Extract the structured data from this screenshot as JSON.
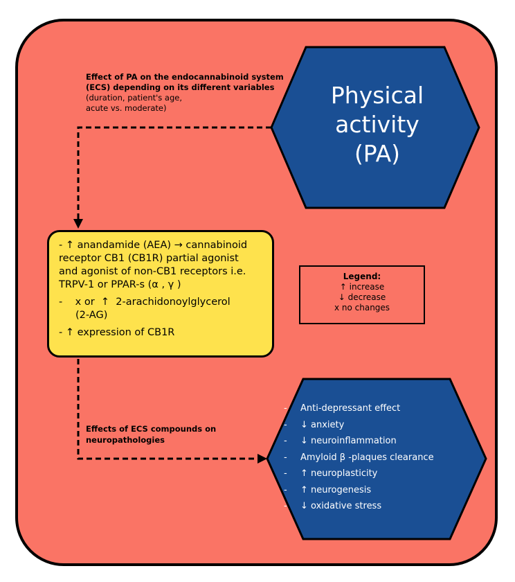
{
  "physical_activity": {
    "line1": "Physical",
    "line2": "activity",
    "line3": "(PA)"
  },
  "top_arrow_label": {
    "bold_line1": "Effect of PA on the endocannabinoid system",
    "bold_line2": "(ECS) depending on its different variables",
    "line3": "(duration, patient's age,",
    "line4": "acute vs. moderate)"
  },
  "ecs_box": {
    "item1_line1": "- ↑ anandamide (AEA) → cannabinoid",
    "item1_line2": "receptor CB1 (CB1R) partial agonist",
    "item1_line3": "and agonist of non-CB1 receptors i.e.",
    "item1_line4": "TRPV-1 or PPAR-s (α , γ )",
    "item2_line1": "-    x or  ↑  2-arachidonoylglycerol",
    "item2_line2": "(2-AG)",
    "item3": "- ↑ expression of CB1R"
  },
  "legend": {
    "title": "Legend:",
    "increase": "↑ increase",
    "decrease": "↓ decrease",
    "no_change": "x no changes"
  },
  "bottom_arrow_label": {
    "line1": "Effects of ECS compounds on",
    "line2": "neuropathologies"
  },
  "effects": {
    "dash": "-",
    "items": [
      "Anti-depressant effect",
      "↓ anxiety",
      "↓ neuroinflammation",
      "Amyloid β -plaques clearance",
      "↑ neuroplasticity",
      "↑ neurogenesis",
      "↓ oxidative stress"
    ]
  },
  "colors": {
    "panel": "#fa7465",
    "hexagon": "#1a4f94",
    "box": "#fee24d"
  }
}
